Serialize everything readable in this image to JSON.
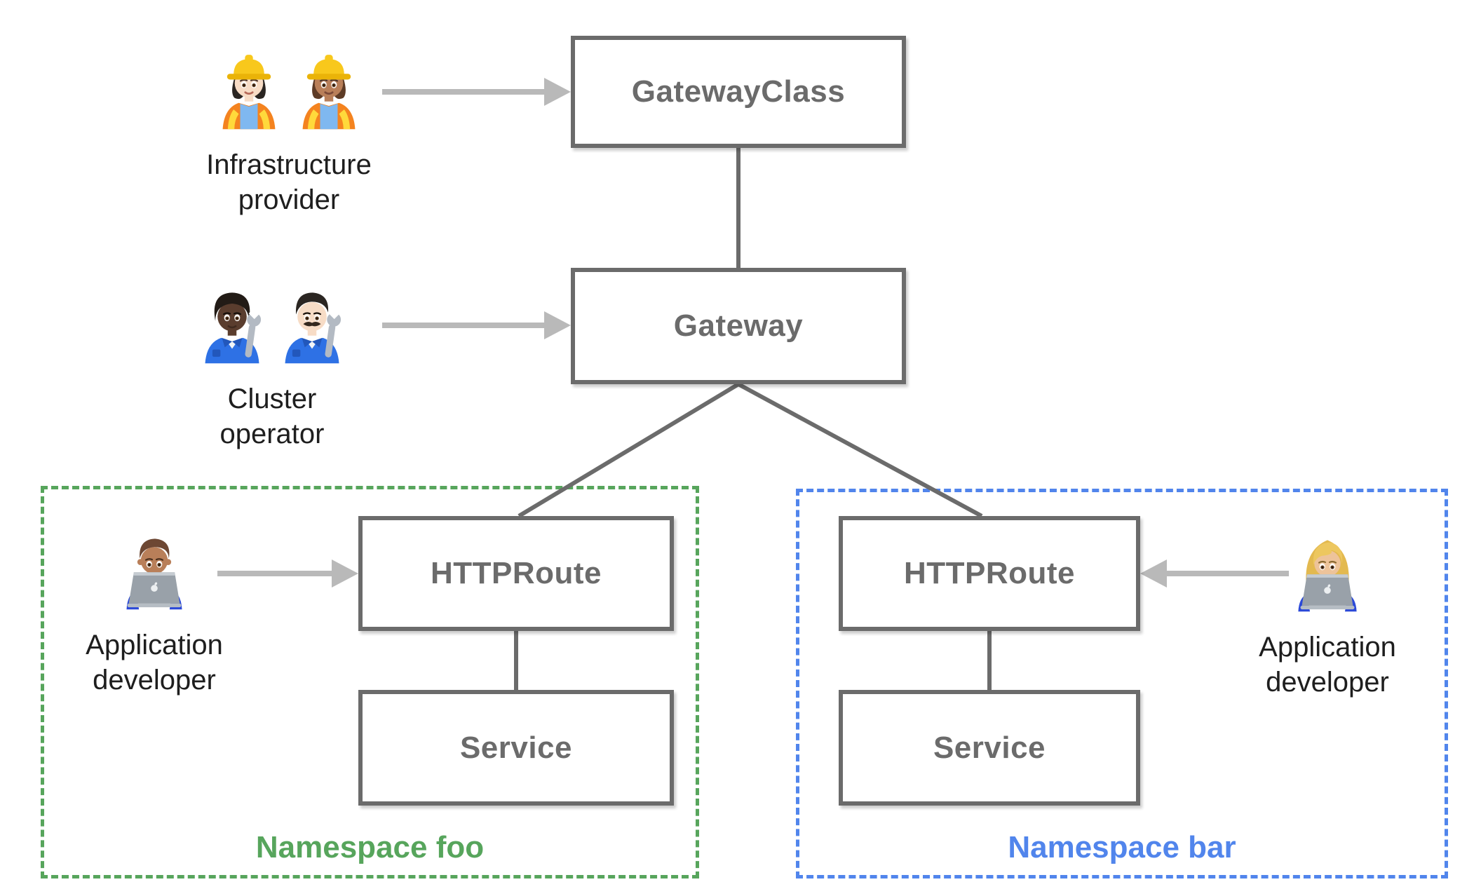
{
  "diagram": {
    "nodes": {
      "gateway_class": {
        "label": "GatewayClass"
      },
      "gateway": {
        "label": "Gateway"
      },
      "httproute_foo": {
        "label": "HTTPRoute"
      },
      "httproute_bar": {
        "label": "HTTPRoute"
      },
      "service_foo": {
        "label": "Service"
      },
      "service_bar": {
        "label": "Service"
      }
    },
    "namespaces": {
      "foo": {
        "label": "Namespace foo",
        "color": "#57a55c"
      },
      "bar": {
        "label": "Namespace bar",
        "color": "#5185ec"
      }
    },
    "personas": {
      "infrastructure_provider": {
        "label": "Infrastructure\nprovider",
        "icons": [
          "woman-construction-worker-light-skin-icon",
          "woman-construction-worker-medium-skin-icon"
        ]
      },
      "cluster_operator": {
        "label": "Cluster\noperator",
        "icons": [
          "person-mechanic-dark-skin-icon",
          "man-mechanic-light-skin-icon"
        ]
      },
      "application_developer_foo": {
        "label": "Application\ndeveloper",
        "icons": [
          "man-technologist-medium-skin-icon"
        ]
      },
      "application_developer_bar": {
        "label": "Application\ndeveloper",
        "icons": [
          "woman-technologist-light-skin-icon"
        ]
      }
    },
    "colors": {
      "node_border": "#6b6b6b",
      "node_text": "#6b6b6b",
      "arrow": "#b9b9b9",
      "persona_text": "#1e1e1e",
      "namespace_foo": "#57a55c",
      "namespace_bar": "#5185ec"
    }
  }
}
